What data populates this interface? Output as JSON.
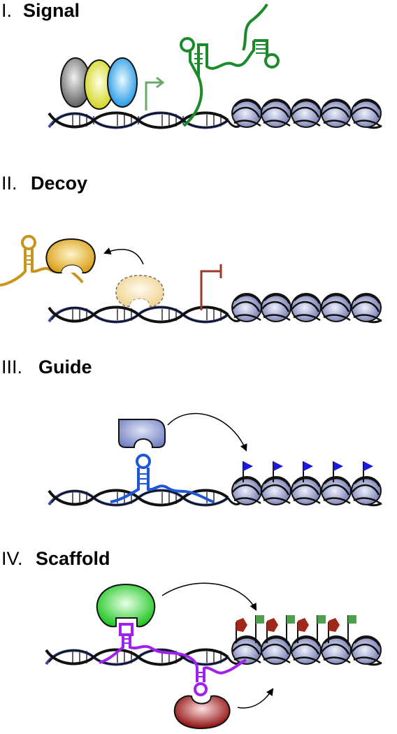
{
  "panels": [
    {
      "numeral": "I.",
      "title": "Signal"
    },
    {
      "numeral": "II.",
      "title": "Decoy"
    },
    {
      "numeral": "III.",
      "title": "Guide"
    },
    {
      "numeral": "IV.",
      "title": "Scaffold"
    }
  ],
  "colors": {
    "dna_strand": "#111111",
    "dna_minor": "#3a4a9a",
    "nucleosome": "#8f96c8",
    "signal_rna": "#1a8a2a",
    "promoter_arrow": "#6aa86a",
    "decoy_rna": "#c8951a",
    "repressor_mark": "#9a3a2a",
    "guide_rna": "#1e56d8",
    "guide_protein": "#7f90c8",
    "flag_blue": "#1a1adb",
    "scaffold_rna": "#a020f0",
    "green_protein": "#22d022",
    "red_protein": "#9a1010",
    "flag_red": "#a0281a",
    "flag_green": "#4ea04e"
  }
}
